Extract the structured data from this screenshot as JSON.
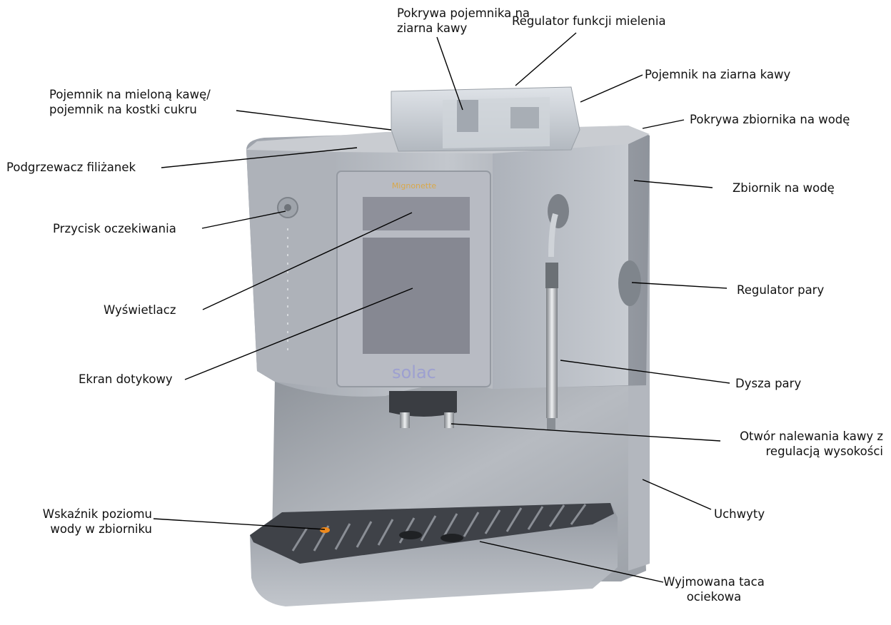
{
  "labels": {
    "lid_beans_l1": "Pokrywa pojemnika na",
    "lid_beans_l2": "ziarna kawy",
    "grind_regulator": "Regulator funkcji mielenia",
    "bean_container": "Pojemnik na ziarna kawy",
    "ground_l1": "Pojemnik na mieloną kawę/",
    "ground_l2": "pojemnik na kostki cukru",
    "water_lid": "Pokrywa zbiornika na wodę",
    "cup_warmer": "Podgrzewacz filiżanek",
    "water_tank": "Zbiornik na wodę",
    "standby": "Przycisk oczekiwania",
    "steam_regulator": "Regulator pary",
    "display": "Wyświetlacz",
    "touchscreen": "Ekran dotykowy",
    "steam_nozzle": "Dysza pary",
    "spout_l1": "Otwór nalewania kawy z",
    "spout_l2": "regulacją wysokości",
    "handles": "Uchwyty",
    "level_l1": "Wskaźnik poziomu",
    "level_l2": "wody w zbiorniku",
    "tray_l1": "Wyjmowana taca",
    "tray_l2": "ociekowa"
  },
  "machine": {
    "brand_logo": "solac",
    "model_badge": "Mignonette"
  },
  "colors": {
    "body": "#a9aeb5",
    "panel": "#b9bcc4",
    "screen": "#8d8f99",
    "tray": "#4a4d53",
    "accent_indicator": "#f08a1c"
  }
}
